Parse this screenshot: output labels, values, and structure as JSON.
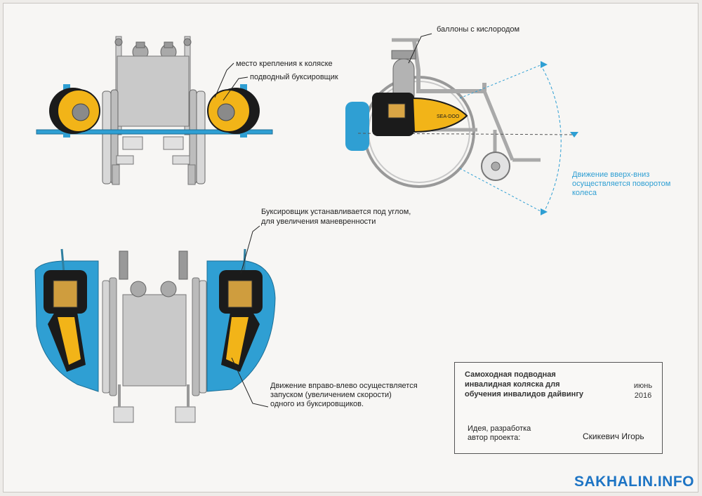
{
  "labels": {
    "oxygen": "баллоны с кислородом",
    "mount": "место крепления к коляске",
    "scooter": "подводный буксировщик",
    "angle_line1": "Буксировщик устанавливается под углом,",
    "angle_line2": "для увеличения маневренности",
    "updown_line1": "Движение вверх-вниз",
    "updown_line2": "осуществляется поворотом",
    "updown_line3": "колеса",
    "lr_line1": "Движение вправо-влево осуществляется",
    "lr_line2": "запуском (увеличением скорости)",
    "lr_line3": "одного из буксировщиков."
  },
  "title_block": {
    "title_line1": "Самоходная подводная",
    "title_line2": "инвалидная коляска для",
    "title_line3": "обучения инвалидов дайвингу",
    "month": "июнь",
    "year": "2016",
    "idea_line1": "Идея, разработка",
    "idea_line2": "автор проекта:",
    "author": "Скикевич Игорь"
  },
  "scooter_brand": "SEA-DOO",
  "brand": "SAKHALIN.INFO",
  "colors": {
    "blue": "#2f9fd3",
    "yellow": "#f2b418",
    "frame": "#b5b5b5",
    "dark": "#1b1b1b"
  }
}
